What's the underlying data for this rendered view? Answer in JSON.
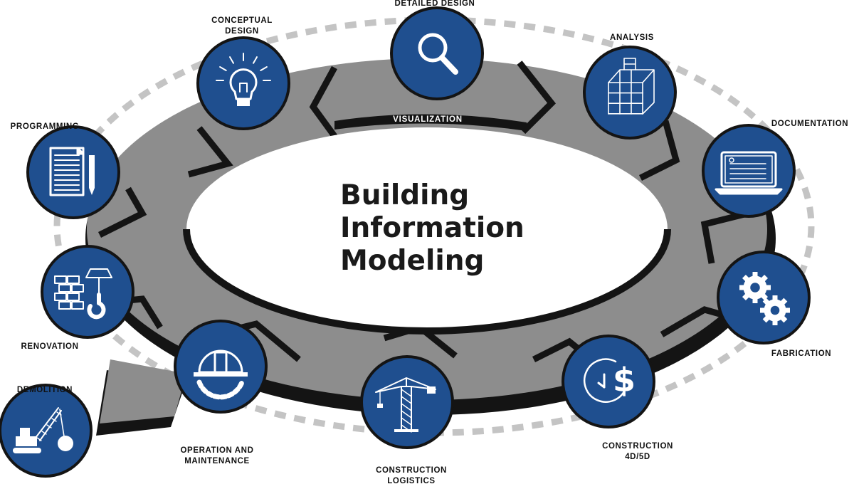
{
  "diagram": {
    "title_lines": [
      "Building",
      "Information",
      "Modeling"
    ],
    "ring_label": "VISUALIZATION",
    "colors": {
      "ring_gray": "#8d8d8d",
      "ring_dark": "#141414",
      "dashed_track": "#c4c4c4",
      "stage_blue": "#1f4f8f",
      "icon_white": "#ffffff"
    },
    "stages": [
      {
        "label": "DETAILED DESIGN",
        "icon": "magnifier-icon"
      },
      {
        "label": "ANALYSIS",
        "icon": "structure-grid-icon"
      },
      {
        "label": "DOCUMENTATION",
        "icon": "monitor-icon"
      },
      {
        "label": "FABRICATION",
        "icon": "gears-icon"
      },
      {
        "label": "CONSTRUCTION\n4D/5D",
        "icon": "clock-dollar-icon"
      },
      {
        "label": "CONSTRUCTION\nLOGISTICS",
        "icon": "crane-icon"
      },
      {
        "label": "OPERATION AND\nMAINTENANCE",
        "icon": "hard-hat-gear-icon"
      },
      {
        "label": "DEMOLITION",
        "icon": "wrecking-ball-icon"
      },
      {
        "label": "RENOVATION",
        "icon": "bricks-hook-icon"
      },
      {
        "label": "PROGRAMMING",
        "icon": "document-pencil-icon"
      },
      {
        "label": "CONCEPTUAL\nDESIGN",
        "icon": "light-bulb-icon"
      }
    ]
  }
}
